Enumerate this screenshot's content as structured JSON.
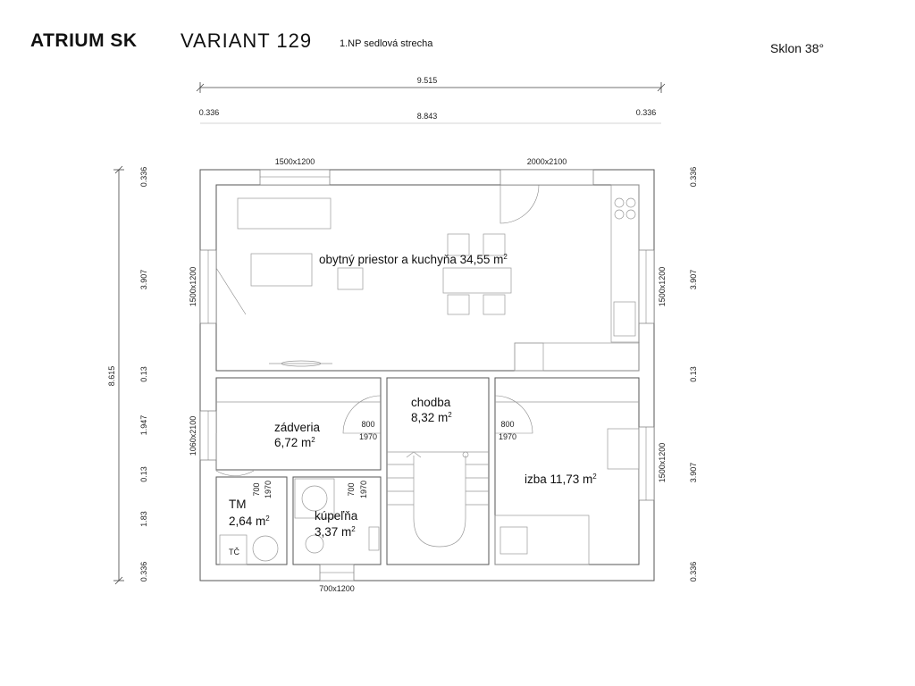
{
  "header": {
    "brand": "ATRIUM SK",
    "variant": "VARIANT 129",
    "subtitle": "1.NP sedlová strecha",
    "roof_slope": "Sklon 38°"
  },
  "dimensions": {
    "top_overall": "9.515",
    "top_wall_left": "0.336",
    "top_inner": "8.843",
    "top_wall_right": "0.336",
    "left_overall": "8.615",
    "segments_left": [
      "0.336",
      "3.907",
      "0.13",
      "1.947",
      "0.13",
      "1.83",
      "0.336"
    ],
    "segments_right": [
      "0.336",
      "3.907",
      "0.13",
      "3.907",
      "0.336"
    ]
  },
  "openings": {
    "window_top_living": "1500x1200",
    "door_entry_top": "2000x2100",
    "window_left_living": "1500x1200",
    "window_left_vestibule": "1060x2100",
    "window_right_living": "1500x1200",
    "window_right_room": "1500x1200",
    "window_bottom_bath": "700x1200",
    "door_vestibule_w": "800",
    "door_vestibule_h": "1970",
    "door_room_w": "800",
    "door_room_h": "1970",
    "door_tm_w": "700",
    "door_tm_h": "1970",
    "door_bath_w": "700",
    "door_bath_h": "1970"
  },
  "rooms": {
    "living": {
      "name": "obytný priestor a kuchyňa 34,55 m",
      "sup": "2"
    },
    "corridor": {
      "name": "chodba",
      "area": "8,32 m",
      "sup": "2"
    },
    "vestibule": {
      "name": "zádveria",
      "area": "6,72 m",
      "sup": "2"
    },
    "bedroom": {
      "name": "izba 11,73 m",
      "sup": "2"
    },
    "tm": {
      "name": "TM",
      "area": "2,64 m",
      "sup": "2",
      "boiler": "TČ"
    },
    "bath": {
      "name": "kúpeľňa",
      "area": "3,37 m",
      "sup": "2"
    }
  }
}
